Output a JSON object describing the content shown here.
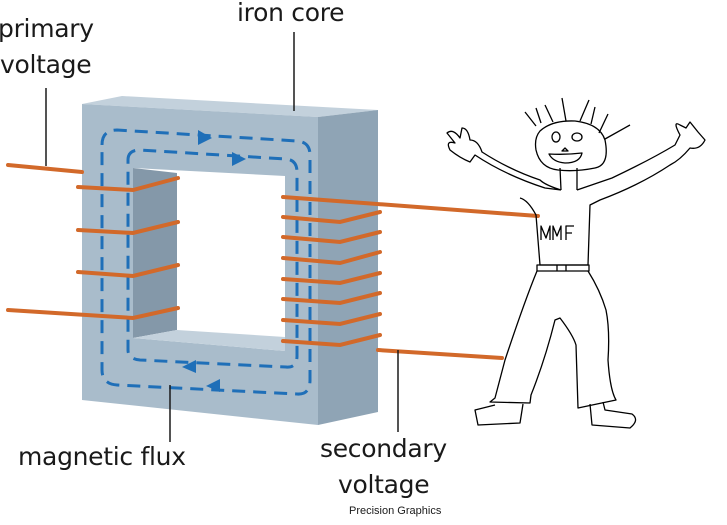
{
  "labels": {
    "primary_voltage_line1": "primary",
    "primary_voltage_line2": "voltage",
    "iron_core": "iron core",
    "magnetic_flux": "magnetic flux",
    "secondary_voltage_line1": "secondary",
    "secondary_voltage_line2": "voltage",
    "credit": "Precision Graphics"
  },
  "figure": {
    "shirt_text": "MMF",
    "primary_turns": 4,
    "secondary_turns": 8
  },
  "colors": {
    "core_front": "#a9bccb",
    "core_side": "#8fa4b5",
    "core_top": "#c3d1dc",
    "flux": "#1f6fb8",
    "wire": "#d2692a"
  }
}
